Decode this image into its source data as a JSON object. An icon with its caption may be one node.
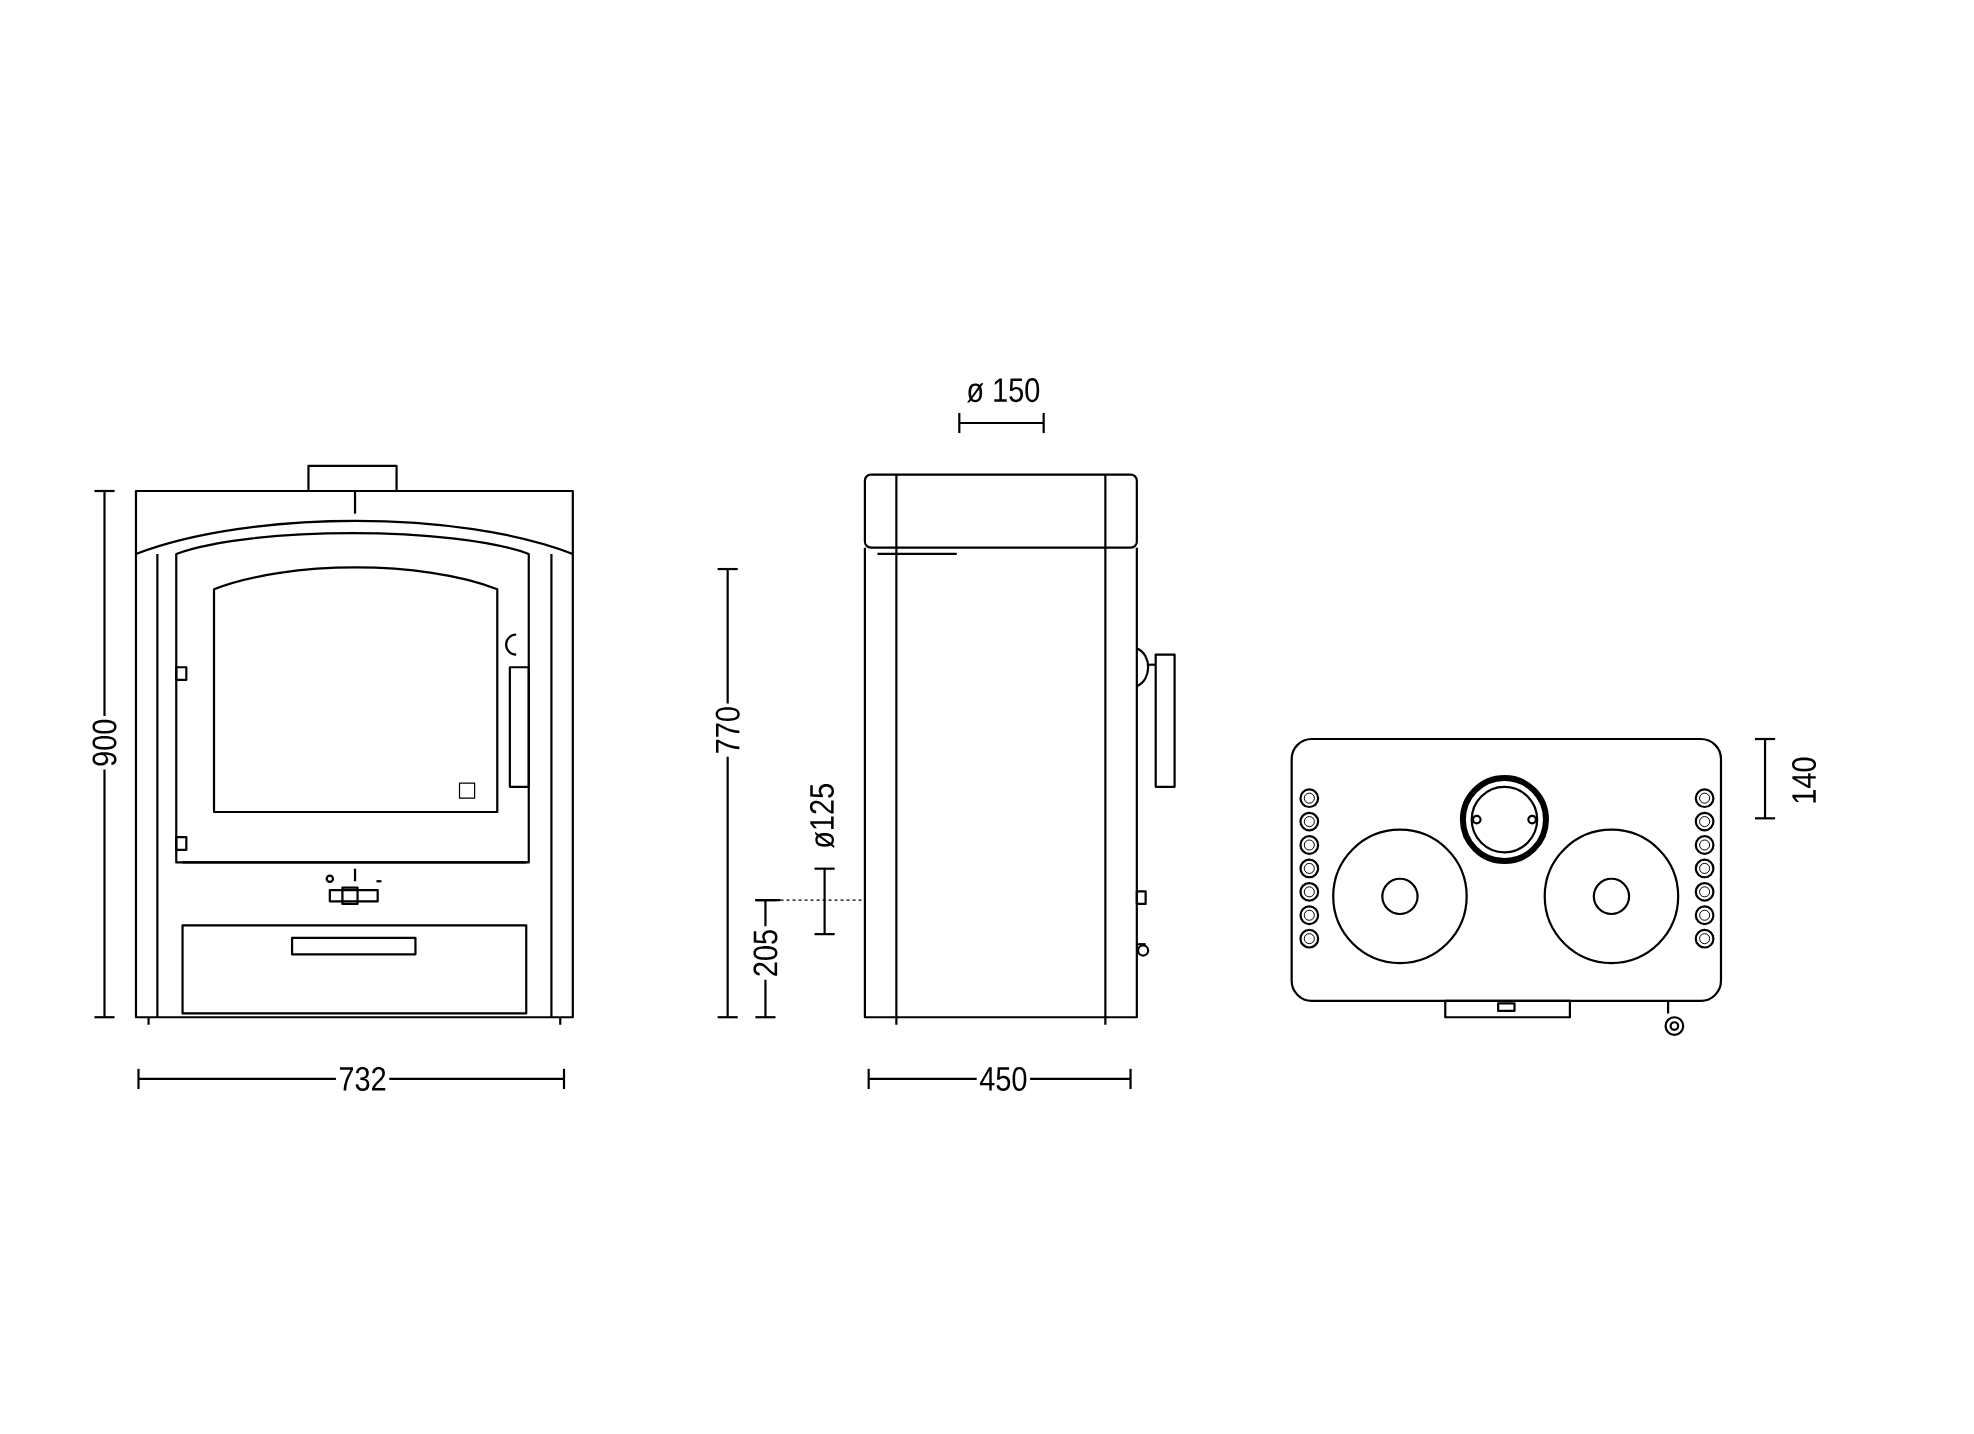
{
  "diagram": {
    "labels": [
      "ø 150",
      "900",
      "770",
      "140",
      "ø125",
      "205",
      "732",
      "450"
    ]
  }
}
